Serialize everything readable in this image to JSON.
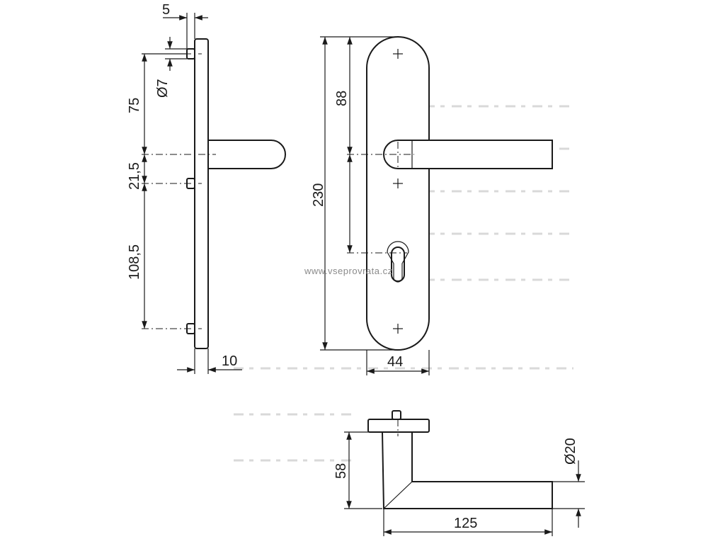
{
  "drawing": {
    "dimensions": {
      "plate_thickness_top": "5",
      "pin_diameter": "Ø7",
      "pin_to_handle": "75",
      "handle_to_pin": "21,5",
      "pin_to_bottom_pin": "108,5",
      "plate_depth": "10",
      "plate_height": "230",
      "top_to_handle": "88",
      "plate_width": "44",
      "lever_height": "58",
      "lever_length": "125",
      "lever_diameter": "Ø20"
    },
    "watermark": "www.vseprovrata.cz"
  }
}
